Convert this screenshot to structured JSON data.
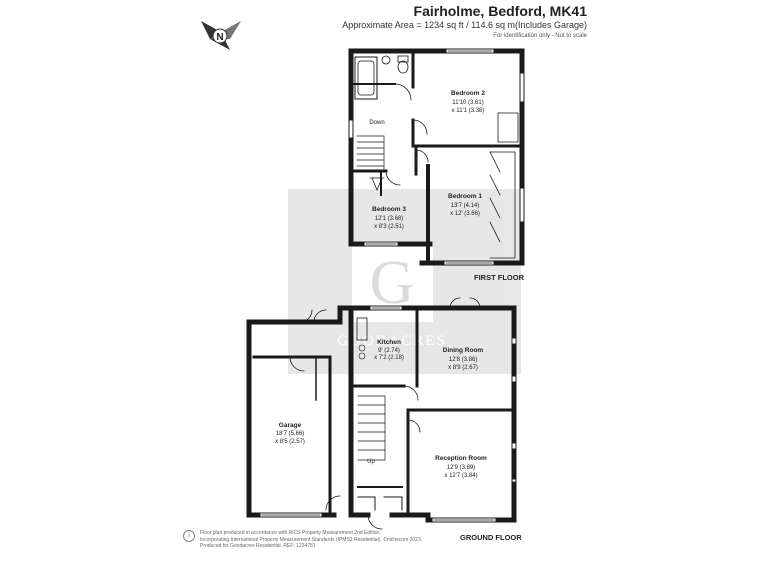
{
  "header": {
    "title": "Fairholme, Bedford, MK41",
    "subtitle": "Approximate Area = 1234 sq ft / 114.6 sq m(Includes Garage)",
    "note": "For identification only - Not to scale"
  },
  "compass": {
    "label": "N"
  },
  "watermark": {
    "brand": "GOODACRES",
    "monogram": "G"
  },
  "floors": {
    "first": "FIRST FLOOR",
    "ground": "GROUND FLOOR"
  },
  "rooms": {
    "bedroom2": {
      "name": "Bedroom 2",
      "dim1": "11'10 (3.61)",
      "dim2": "x 11'1 (3.38)"
    },
    "bedroom1": {
      "name": "Bedroom 1",
      "dim1": "13'7 (4.14)",
      "dim2": "x 12' (3.66)"
    },
    "bedroom3": {
      "name": "Bedroom 3",
      "dim1": "12'1 (3.68)",
      "dim2": "x 8'3 (2.51)"
    },
    "kitchen": {
      "name": "Kitchen",
      "dim1": "9' (2.74)",
      "dim2": "x 7'2 (2.18)"
    },
    "dining": {
      "name": "Dining Room",
      "dim1": "12'8 (3.86)",
      "dim2": "x 8'9 (2.67)"
    },
    "reception": {
      "name": "Reception Room",
      "dim1": "12'9 (3.89)",
      "dim2": "x 12'7 (3.84)"
    },
    "garage": {
      "name": "Garage",
      "dim1": "18'7 (5.66)",
      "dim2": "x 8'5 (2.57)"
    }
  },
  "stairs": {
    "down": "Down",
    "up": "Up"
  },
  "footer": {
    "line1": "Floor plan produced in accordance with RICS Property Measurement 2nd Edition,",
    "line2": "Incorporating International Property Measurement Standards (IPMS2 Residential). ©nichecom 2023.",
    "line3": "Produced for Goodacres Residential.  REF: 1234781"
  }
}
